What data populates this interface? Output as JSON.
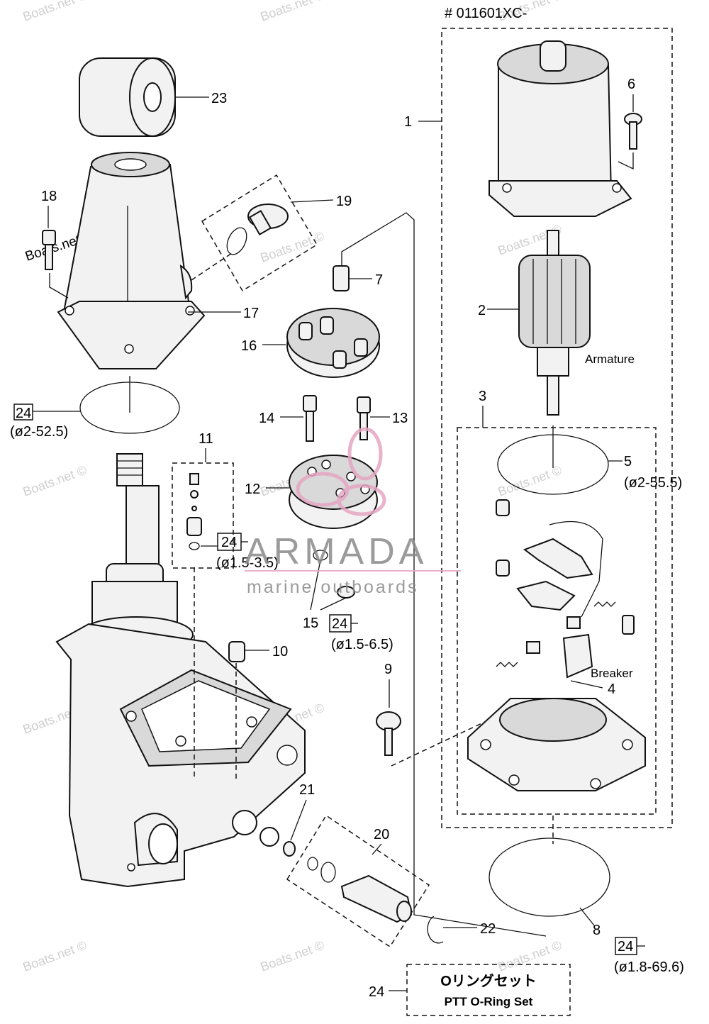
{
  "serial_note": "# 011601XC-",
  "watermark": "Boats.net ©",
  "brand": {
    "name": "ARMADA",
    "tagline": "marine outboards",
    "accent": "#e5a6c3"
  },
  "parts": {
    "p1": "1",
    "p2": "2",
    "p3": "3",
    "p4": "4",
    "p5": "5",
    "p6": "6",
    "p7": "7",
    "p8": "8",
    "p9": "9",
    "p10": "10",
    "p11": "11",
    "p12": "12",
    "p13": "13",
    "p14": "14",
    "p15": "15",
    "p16": "16",
    "p17": "17",
    "p18": "18",
    "p19": "19",
    "p20": "20",
    "p21": "21",
    "p22": "22",
    "p23": "23",
    "p24": "24"
  },
  "oring_box_labels": [
    "24",
    "24",
    "24",
    "24"
  ],
  "dims": {
    "d52": "(ø2-52.5)",
    "d35": "(ø1.5-3.5)",
    "d65": "(ø1.5-6.5)",
    "d555": "(ø2-55.5)",
    "d696": "(ø1.8-69.6)"
  },
  "annotations": {
    "armature": "Armature",
    "breaker": "Breaker"
  },
  "kit_box": {
    "jp": "Oリングセット",
    "en": "PTT O-Ring Set"
  }
}
